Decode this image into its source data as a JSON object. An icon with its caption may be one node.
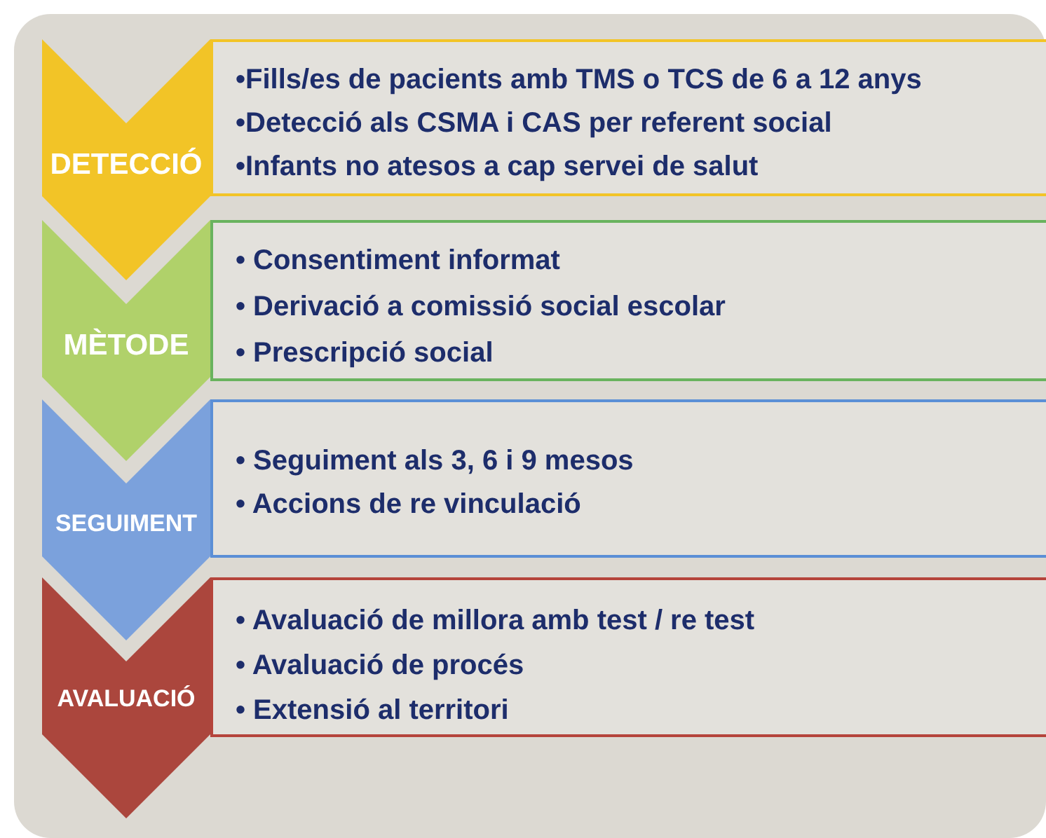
{
  "diagram": {
    "nodes": [
      {
        "text": [
          "DETECCIÓ"
        ]
      },
      {
        "text": [
          "•Fills/es de pacients amb TMS o TCS de 6 a 12 anys",
          "•Detecció als CSMA i CAS per referent social",
          "•Infants no atesos a cap servei de salut"
        ]
      },
      {
        "text": [
          "MÈTODE"
        ]
      },
      {
        "text": [
          "• Consentiment informat",
          "• Derivació a comissió social escolar",
          "• Prescripció social"
        ]
      },
      {
        "text": [
          "SEGUIMENT"
        ]
      },
      {
        "text": [
          "• Seguiment als 3, 6 i 9 mesos",
          "• Accions de re vinculació"
        ]
      },
      {
        "text": [
          "AVALUACIÓ"
        ]
      },
      {
        "text": [
          "• Avaluació de millora amb test / re test",
          "• Avaluació de procés",
          "• Extensió al territori"
        ]
      }
    ]
  }
}
